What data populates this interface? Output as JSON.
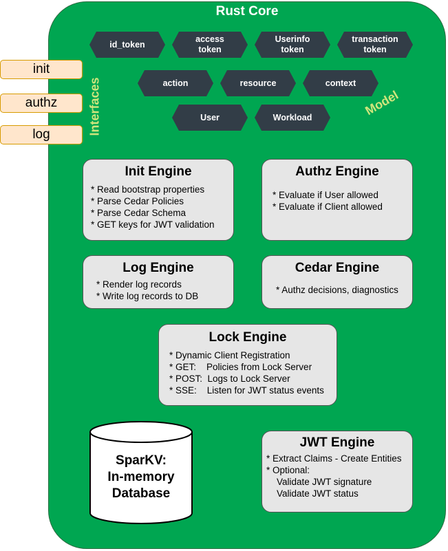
{
  "core": {
    "title": "Rust Core"
  },
  "interfaces_label": "Interfaces",
  "model_label": "Model",
  "interfaces": [
    "init",
    "authz",
    "log"
  ],
  "model_tokens": [
    "id_token",
    "access token",
    "Userinfo token",
    "transaction token",
    "action",
    "resource",
    "context",
    "User",
    "Workload"
  ],
  "engines": {
    "init": {
      "title": "Init Engine",
      "items": [
        "* Read bootstrap properties",
        "* Parse Cedar Policies",
        "* Parse Cedar Schema",
        "* GET keys for JWT validation"
      ]
    },
    "authz": {
      "title": "Authz Engine",
      "items": [
        "* Evaluate if User allowed",
        "* Evaluate if Client allowed"
      ]
    },
    "log": {
      "title": "Log Engine",
      "items": [
        "* Render log records",
        "* Write log records to DB"
      ]
    },
    "cedar": {
      "title": "Cedar Engine",
      "items": [
        "* Authz decisions, diagnostics"
      ]
    },
    "lock": {
      "title": "Lock Engine",
      "items": [
        "* Dynamic Client Registration",
        "* GET:    Policies from Lock Server",
        "* POST:  Logs to Lock Server",
        "* SSE:    Listen for JWT status events"
      ]
    },
    "jwt": {
      "title": "JWT Engine",
      "items": [
        "* Extract Claims - Create Entities",
        "* Optional:",
        "    Validate JWT signature",
        "    Validate JWT status"
      ]
    }
  },
  "database": {
    "line1": "SparKV:",
    "line2": "In-memory",
    "line3": "Database"
  },
  "colors": {
    "core_green": "#00a651",
    "hex_dark": "#323d47",
    "interface_fill": "#ffe6cc",
    "interface_border": "#d79b00",
    "engine_fill": "#e6e6e6",
    "label_green": "#cfe57c"
  }
}
